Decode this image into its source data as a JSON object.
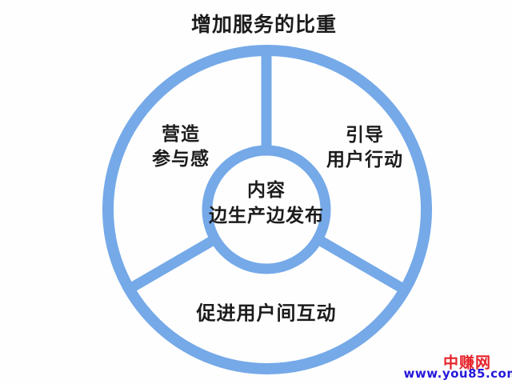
{
  "title": "增加服务的比重",
  "donut": {
    "center_label": {
      "line1": "内容",
      "line2": "边生产边发布"
    },
    "segments": {
      "left": {
        "line1": "营造",
        "line2": "参与感"
      },
      "right": {
        "line1": "引导",
        "line2": "用户行动"
      },
      "bottom": {
        "line1": "促进用户间互动"
      }
    }
  },
  "watermark": {
    "name": "中赚网",
    "url": "www.you85.com"
  },
  "colors": {
    "ring": "#75a9e8",
    "text": "#1c1c1c",
    "watermark_name": "#e62129",
    "watermark_url": "#2417d9"
  }
}
